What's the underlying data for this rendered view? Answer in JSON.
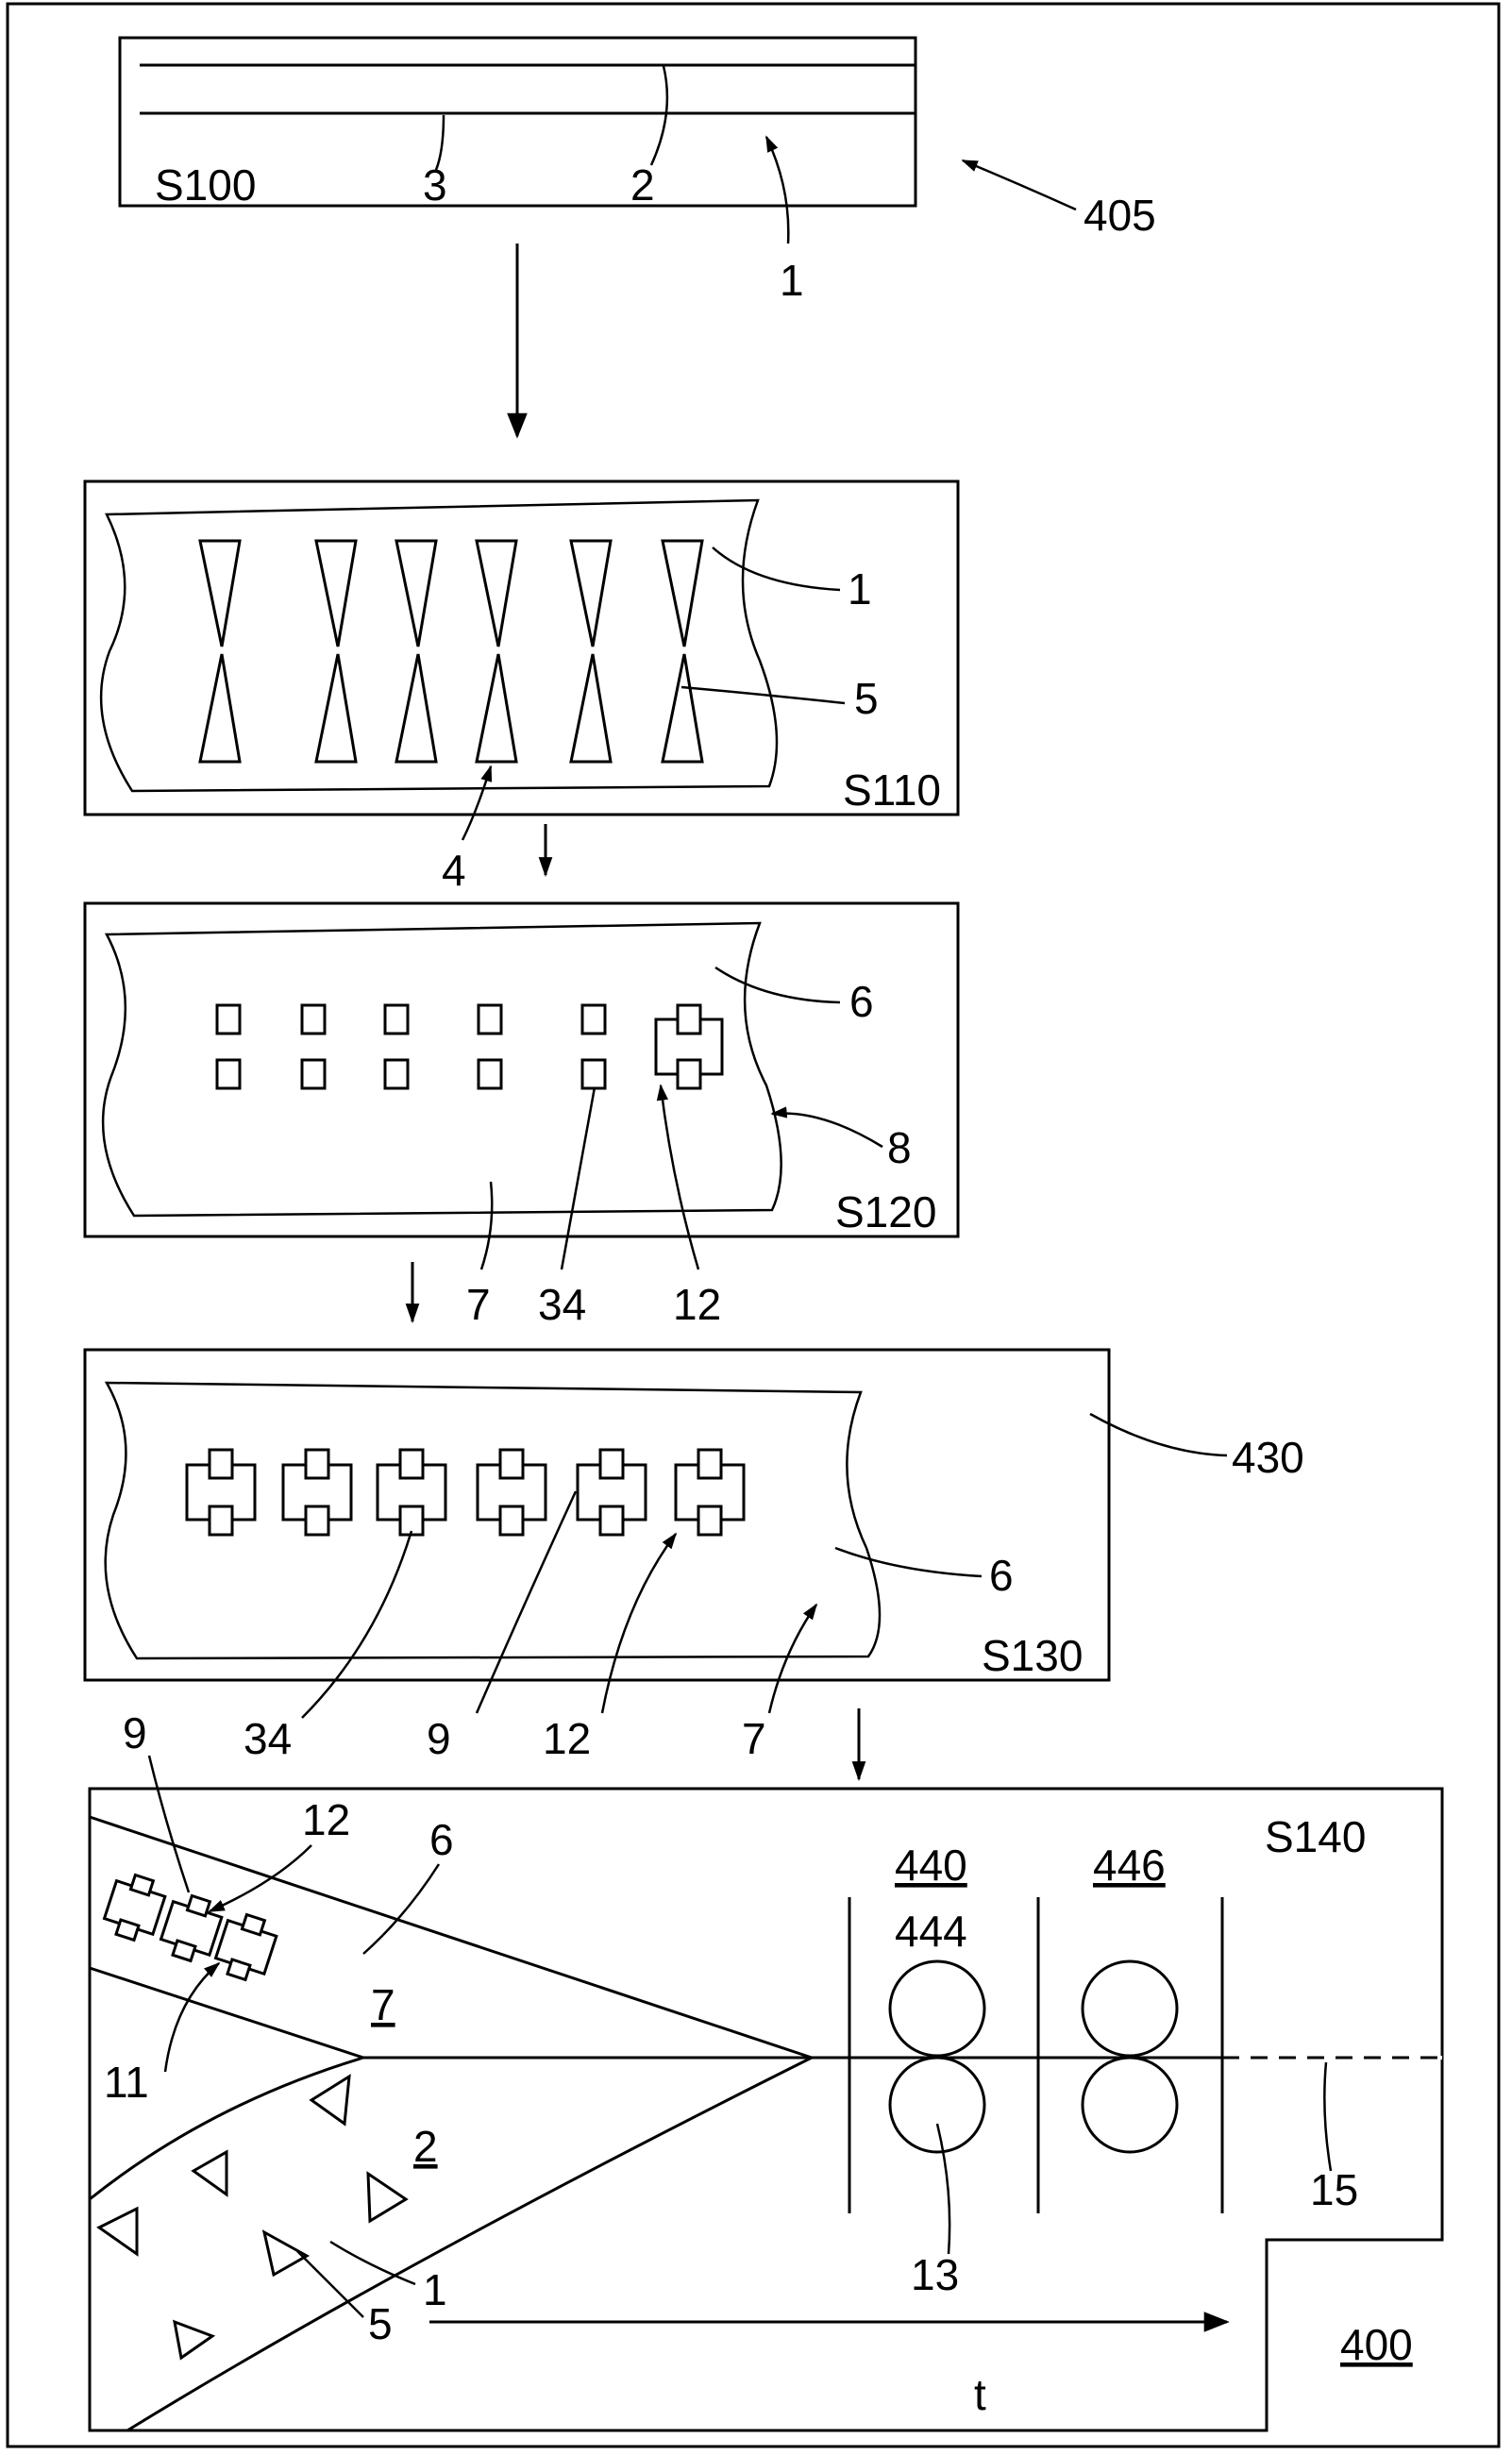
{
  "colors": {
    "ink": "#000000",
    "paper": "#ffffff"
  },
  "s100": {
    "step": "S100",
    "ref_3": "3",
    "ref_2": "2",
    "ref_1": "1",
    "ref_405": "405"
  },
  "s110": {
    "step": "S110",
    "ref_1": "1",
    "ref_5": "5",
    "ref_4": "4"
  },
  "s120": {
    "step": "S120",
    "ref_6": "6",
    "ref_8": "8",
    "ref_7": "7",
    "ref_34": "34",
    "ref_12": "12"
  },
  "s130": {
    "step": "S130",
    "ref_430": "430",
    "ref_6": "6",
    "ref_34": "34",
    "ref_9": "9",
    "ref_12": "12",
    "ref_7": "7"
  },
  "s140": {
    "step": "S140",
    "ref_9": "9",
    "ref_12": "12",
    "ref_6": "6",
    "ref_7": "7",
    "ref_11": "11",
    "ref_2": "2",
    "ref_1": "1",
    "ref_5": "5",
    "ref_440": "440",
    "ref_444": "444",
    "ref_446": "446",
    "ref_13": "13",
    "ref_15": "15",
    "ref_t": "t",
    "ref_400": "400"
  }
}
